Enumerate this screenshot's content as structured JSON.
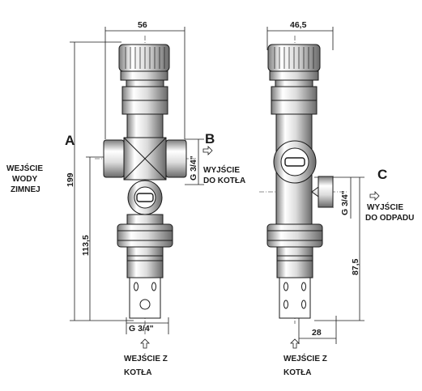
{
  "dimensions": {
    "width_left": "56",
    "width_right": "46,5",
    "height_total": "199",
    "height_inlet": "113,5",
    "height_outlet": "87,5",
    "offset_bottom": "28"
  },
  "threads": {
    "left_bottom": "G 3/4\"",
    "left_side": "G 3/4\"",
    "right_side": "G 3/4\""
  },
  "ports": {
    "A": {
      "letter": "A",
      "line1": "WEJŚCIE",
      "line2": "WODY",
      "line3": "ZIMNEJ"
    },
    "B": {
      "letter": "B",
      "line1": "WYJŚCIE",
      "line2": "DO KOTŁA"
    },
    "C": {
      "letter": "C",
      "line1": "WYJŚCIE",
      "line2": "DO ODPADU"
    },
    "inlet_left": {
      "line1": "WEJŚCIE Z",
      "line2": "KOTŁA"
    },
    "inlet_right": {
      "line1": "WEJŚCIE Z",
      "line2": "KOTŁA"
    }
  },
  "colors": {
    "stroke": "#1a1a1a",
    "fill": "#ffffff",
    "shade": "#9a9a9a"
  },
  "icons": {
    "arrow": "hollow-arrow-icon"
  }
}
